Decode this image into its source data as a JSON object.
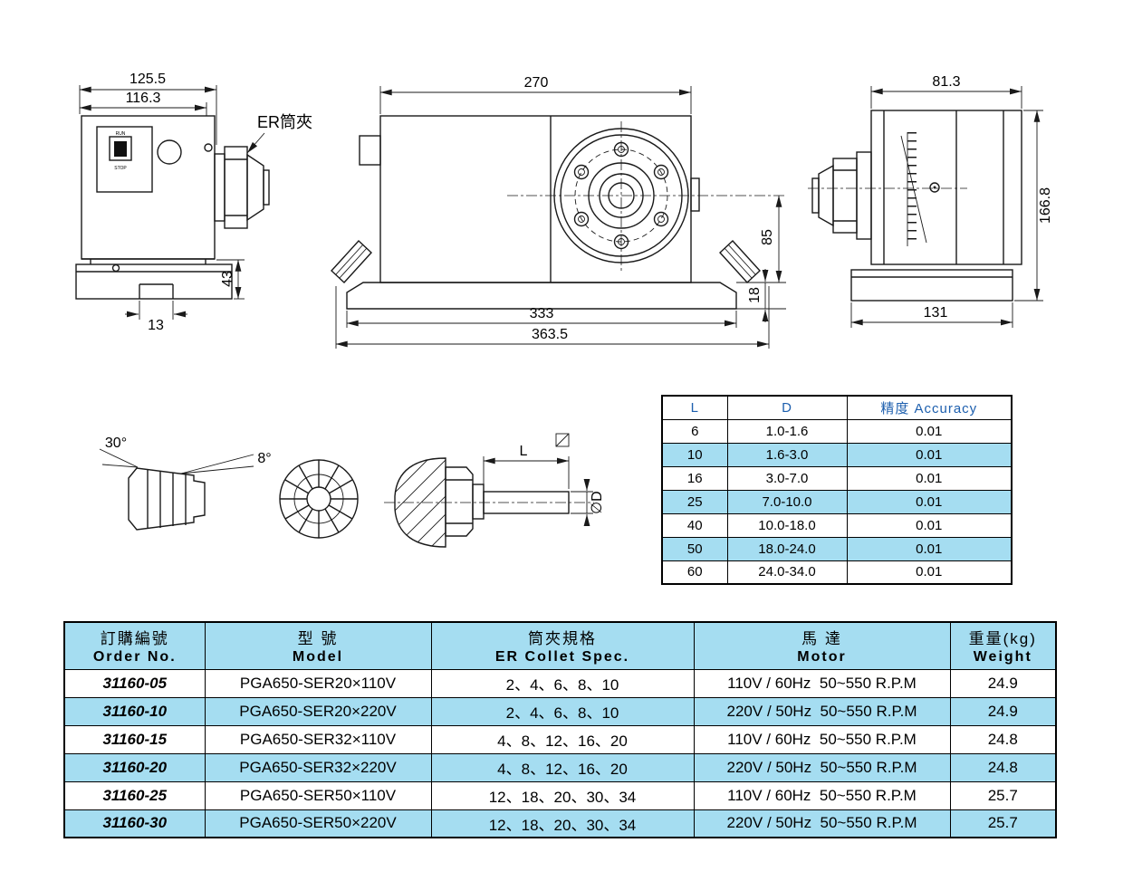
{
  "colors": {
    "row_highlight": "#a5ddf1",
    "accuracy_header_text": "#1d5fae",
    "line": "#1a1a1a"
  },
  "drawings": {
    "er_collet_callout": "ER筒夾",
    "side_view": {
      "dim_width_outer": "125.5",
      "dim_width_inner": "116.3",
      "dim_base_height": "43",
      "dim_slot": "13",
      "switch_run": "RUN",
      "switch_stop": "STOP"
    },
    "front_view": {
      "dim_width": "270",
      "dim_center_height": "85",
      "dim_base_height": "18",
      "dim_base_inner": "333",
      "dim_base_outer": "363.5"
    },
    "end_view": {
      "dim_width": "81.3",
      "dim_height": "166.8",
      "dim_base_width": "131"
    },
    "collet": {
      "angle_main": "30°",
      "angle_taper": "8°",
      "dim_length": "L",
      "dim_diameter": "∅D"
    }
  },
  "accuracy_table": {
    "headers": {
      "l": "L",
      "d": "D",
      "accuracy": "精度 Accuracy"
    },
    "rows": [
      {
        "l": "6",
        "d": "1.0-1.6",
        "acc": "0.01"
      },
      {
        "l": "10",
        "d": "1.6-3.0",
        "acc": "0.01"
      },
      {
        "l": "16",
        "d": "3.0-7.0",
        "acc": "0.01"
      },
      {
        "l": "25",
        "d": "7.0-10.0",
        "acc": "0.01"
      },
      {
        "l": "40",
        "d": "10.0-18.0",
        "acc": "0.01"
      },
      {
        "l": "50",
        "d": "18.0-24.0",
        "acc": "0.01"
      },
      {
        "l": "60",
        "d": "24.0-34.0",
        "acc": "0.01"
      }
    ]
  },
  "spec_table": {
    "headers": {
      "order": {
        "zh": "訂購編號",
        "en": "Order No."
      },
      "model": {
        "zh": "型 號",
        "en": "Model"
      },
      "collet": {
        "zh": "筒夾規格",
        "en": "ER Collet Spec."
      },
      "motor": {
        "zh": "馬 達",
        "en": "Motor"
      },
      "weight": {
        "zh": "重量(kg)",
        "en": "Weight"
      }
    },
    "rows": [
      {
        "order": "31160-05",
        "model": "PGA650-SER20×110V",
        "collet": "2、4、6、8、10",
        "motor": "110V / 60Hz  50~550 R.P.M",
        "weight": "24.9"
      },
      {
        "order": "31160-10",
        "model": "PGA650-SER20×220V",
        "collet": "2、4、6、8、10",
        "motor": "220V / 50Hz  50~550 R.P.M",
        "weight": "24.9"
      },
      {
        "order": "31160-15",
        "model": "PGA650-SER32×110V",
        "collet": "4、8、12、16、20",
        "motor": "110V / 60Hz  50~550 R.P.M",
        "weight": "24.8"
      },
      {
        "order": "31160-20",
        "model": "PGA650-SER32×220V",
        "collet": "4、8、12、16、20",
        "motor": "220V / 50Hz  50~550 R.P.M",
        "weight": "24.8"
      },
      {
        "order": "31160-25",
        "model": "PGA650-SER50×110V",
        "collet": "12、18、20、30、34",
        "motor": "110V / 60Hz  50~550 R.P.M",
        "weight": "25.7"
      },
      {
        "order": "31160-30",
        "model": "PGA650-SER50×220V",
        "collet": "12、18、20、30、34",
        "motor": "220V / 50Hz  50~550 R.P.M",
        "weight": "25.7"
      }
    ]
  }
}
